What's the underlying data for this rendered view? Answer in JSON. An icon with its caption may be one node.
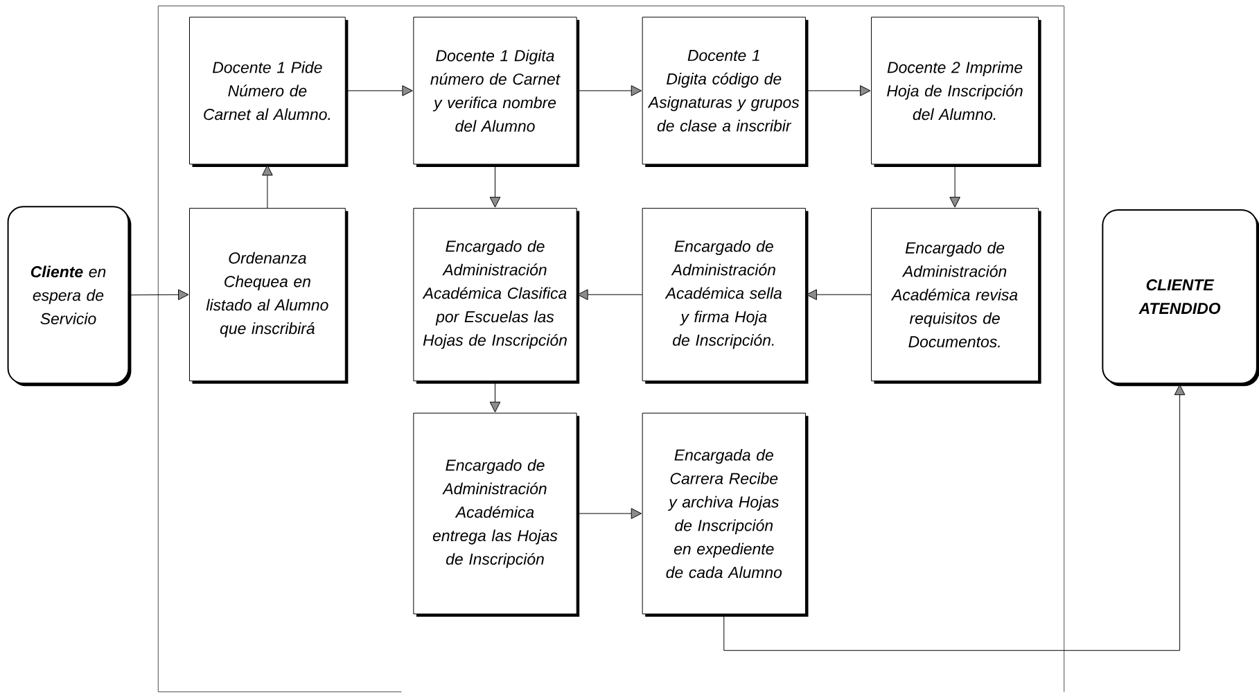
{
  "diagram": {
    "nodes": [
      {
        "text": [
          "**Cliente** en espera de Servicio"
        ]
      },
      {
        "text": [
          "Ordenanza Chequea en listado al Alumno que inscribirá"
        ]
      },
      {
        "text": [
          "Docente 1 Pide Número de Carnet al Alumno."
        ]
      },
      {
        "text": [
          "Docente 1 Digita número de Carnet y verifica nombre del Alumno"
        ]
      },
      {
        "text": [
          "Docente 1 Digita código de Asignaturas y grupos de clase a inscribir"
        ]
      },
      {
        "text": [
          "Docente 2 Imprime Hoja de Inscripción del Alumno."
        ]
      },
      {
        "text": [
          "Encargado de Administración Académica revisa requisitos de Documentos."
        ]
      },
      {
        "text": [
          "Encargado de Administración Académica sella y firma Hoja de Inscripción."
        ]
      },
      {
        "text": [
          "Encargado de Administración Académica Clasifica por Escuelas las Hojas de Inscripción"
        ]
      },
      {
        "text": [
          "Encargado de Administración Académica entrega las Hojas de Inscripción"
        ]
      },
      {
        "text": [
          "Encargada de Carrera Recibe y archiva Hojas de Inscripción en expediente de cada Alumno"
        ]
      },
      {
        "text": [
          "CLIENTE ATENDIDO"
        ]
      }
    ],
    "edges": [
      {
        "from": 0,
        "to": 1,
        "arrow": "to"
      },
      {
        "from": 1,
        "to": 2,
        "arrow": "to"
      },
      {
        "from": 2,
        "to": 3,
        "arrow": "to"
      },
      {
        "from": 3,
        "to": 4,
        "arrow": "to"
      },
      {
        "from": 4,
        "to": 5,
        "arrow": "to"
      },
      {
        "from": 5,
        "to": 6,
        "arrow": "to"
      },
      {
        "from": 6,
        "to": 7,
        "arrow": "to"
      },
      {
        "from": 7,
        "to": 8,
        "arrow": "to"
      },
      {
        "from": 3,
        "to": 8,
        "arrow": "to"
      },
      {
        "from": 8,
        "to": 9,
        "arrow": "to"
      },
      {
        "from": 9,
        "to": 10,
        "arrow": "to"
      },
      {
        "from": 10,
        "to": 11,
        "arrow": "to"
      }
    ]
  }
}
